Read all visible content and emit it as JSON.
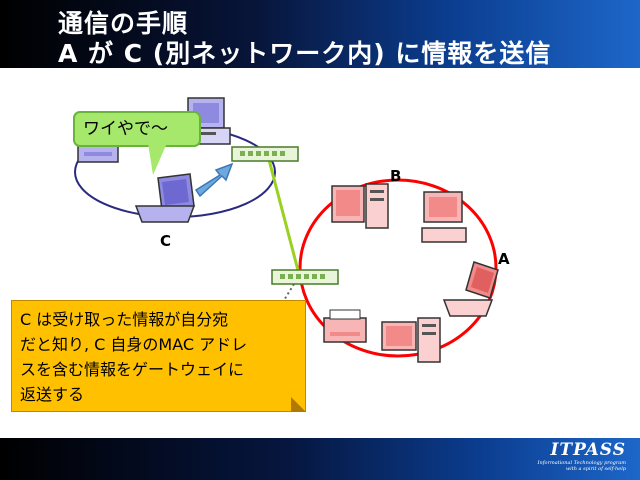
{
  "slide": {
    "title_line1": "通信の手順",
    "title_line2": "A が C (別ネットワーク内) に情報を送信"
  },
  "bubble": {
    "text": "ワイやで～"
  },
  "labels": {
    "node_a": "A",
    "node_b": "B",
    "node_c": "C"
  },
  "callout": {
    "lines": [
      "C は受け取った情報が自分宛",
      "だと知り, C 自身のMAC アドレ",
      "スを含む情報をゲートウェイに",
      "返送する"
    ]
  },
  "footer": {
    "logo": "ITPASS",
    "tagline1": "Informational Technology program",
    "tagline2": "with a spirit of self-help"
  },
  "colors": {
    "title_band": "#0b3d8f",
    "left_network_devices": "#9a96e6",
    "right_network_devices": "#f28a8a",
    "right_ring": "#ff0000",
    "link_line": "#9ad020",
    "bubble_fill": "#a5e86c",
    "callout_fill": "#ffc000",
    "arrow_fill": "#6fa8dc"
  }
}
